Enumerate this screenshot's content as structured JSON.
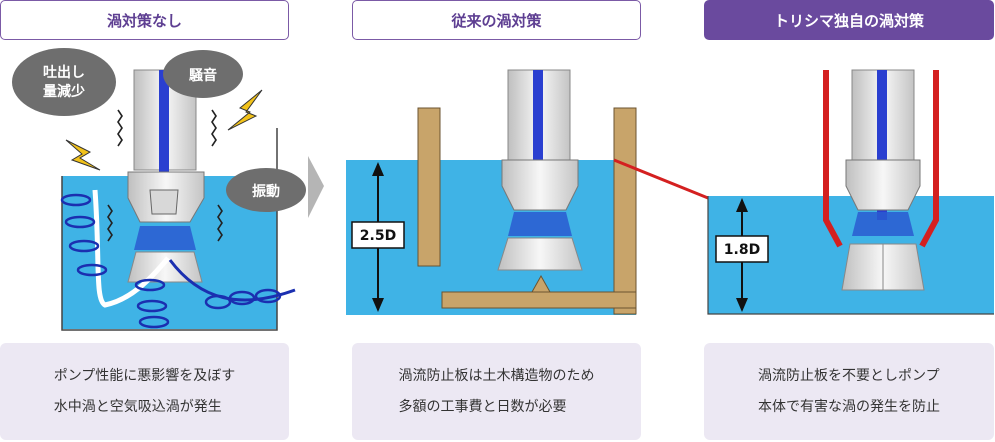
{
  "panels": [
    {
      "title": "渦対策なし",
      "desc": [
        "ポンプ性能に悪影響を及ぼす",
        "水中渦と空気吸込渦が発生"
      ]
    },
    {
      "title": "従来の渦対策",
      "desc": [
        "渦流防止板は土木構造物のため",
        "多額の工事費と日数が必要"
      ]
    },
    {
      "title": "トリシマ独自の渦対策",
      "desc": [
        "渦流防止板を不要としポンプ",
        "本体で有害な渦の発生を防止"
      ]
    }
  ],
  "callouts": {
    "discharge": [
      "吐出し",
      "量減少"
    ],
    "noise": "騒音",
    "vibration": "振動"
  },
  "dimensions": {
    "conventional": "2.5D",
    "torishima": "1.8D"
  },
  "colors": {
    "water": "#3fb3e6",
    "wall": "#c8a46a",
    "accent": "#6a4a9e",
    "shaft": "#2a3fd0",
    "red": "#d42020"
  }
}
